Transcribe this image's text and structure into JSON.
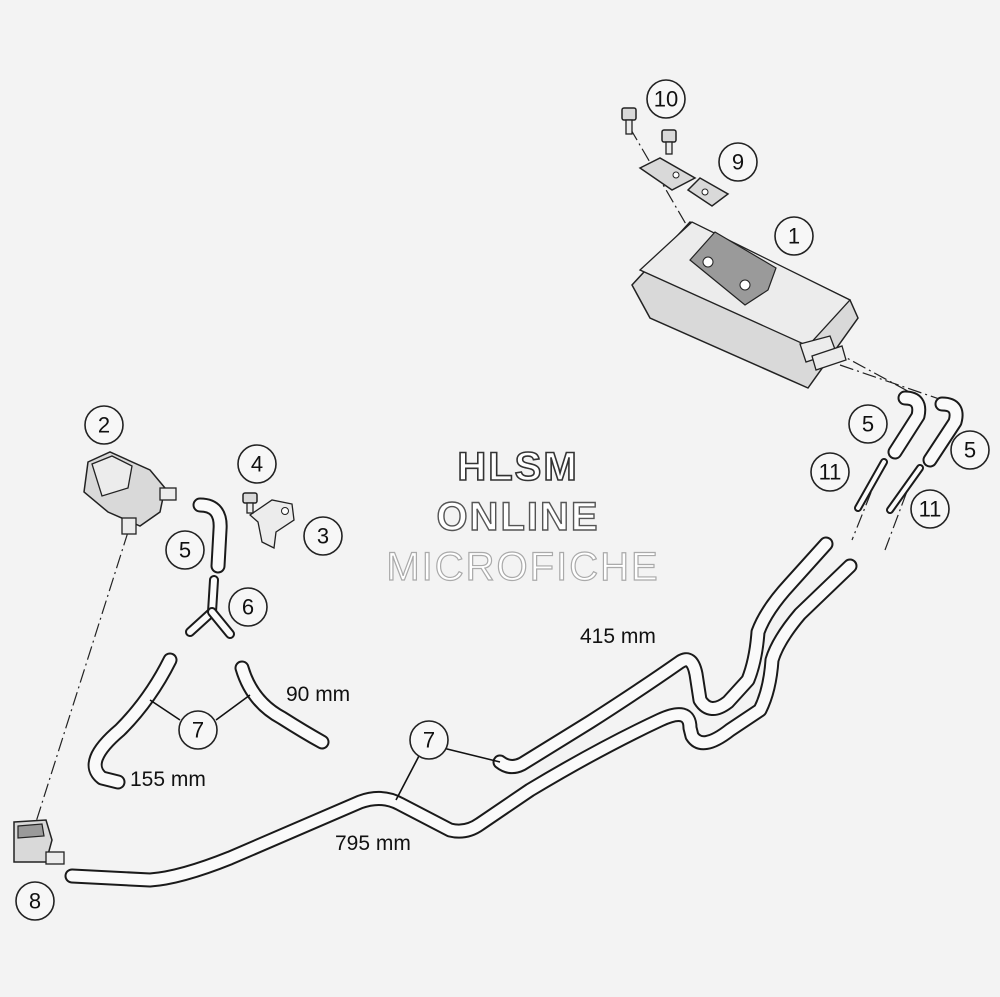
{
  "watermark": {
    "line1": "HLSM",
    "line2": "ONLINE",
    "line3": "MICROFICHE"
  },
  "callouts": [
    {
      "id": "c1",
      "label": "1"
    },
    {
      "id": "c2",
      "label": "2"
    },
    {
      "id": "c3",
      "label": "3"
    },
    {
      "id": "c4",
      "label": "4"
    },
    {
      "id": "c5a",
      "label": "5"
    },
    {
      "id": "c5b",
      "label": "5"
    },
    {
      "id": "c5c",
      "label": "5"
    },
    {
      "id": "c6",
      "label": "6"
    },
    {
      "id": "c7a",
      "label": "7"
    },
    {
      "id": "c7b",
      "label": "7"
    },
    {
      "id": "c8",
      "label": "8"
    },
    {
      "id": "c9",
      "label": "9"
    },
    {
      "id": "c10",
      "label": "10"
    },
    {
      "id": "c11a",
      "label": "11"
    },
    {
      "id": "c11b",
      "label": "11"
    }
  ],
  "dimensions": {
    "hose_415": "415 mm",
    "hose_90": "90 mm",
    "hose_155": "155 mm",
    "hose_795": "795 mm"
  },
  "colors": {
    "background": "#f3f3f3",
    "line": "#1a1a1a",
    "part_fill": "#d9d9d9"
  }
}
